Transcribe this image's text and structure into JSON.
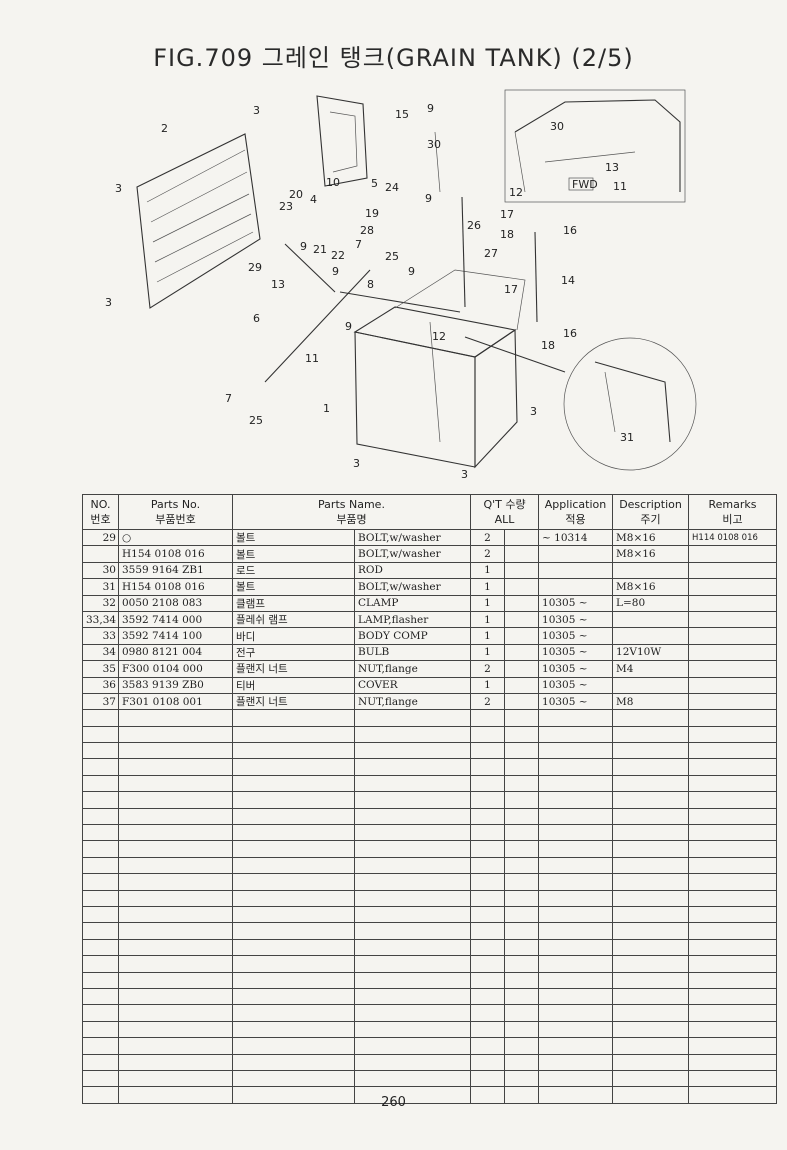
{
  "title": "FIG.709 그레인 탱크(GRAIN TANK) (2/5)",
  "callouts": [
    "1",
    "2",
    "3",
    "4",
    "5",
    "6",
    "7",
    "8",
    "9",
    "10",
    "11",
    "12",
    "13",
    "14",
    "15",
    "16",
    "17",
    "18",
    "19",
    "20",
    "21",
    "22",
    "23",
    "24",
    "25",
    "26",
    "27",
    "28",
    "29",
    "30",
    "31"
  ],
  "fwd_label": "FWD",
  "table": {
    "headers": {
      "no_en": "NO.",
      "no_ko": "번호",
      "parts_no_en": "Parts No.",
      "parts_no_ko": "부품번호",
      "parts_name_en": "Parts Name.",
      "parts_name_ko": "부품명",
      "qty_top": "Q'T 수량",
      "qty_bottom": "ALL",
      "application_en": "Application",
      "application_ko": "적용",
      "description_en": "Description",
      "description_ko": "주기",
      "remarks_en": "Remarks",
      "remarks_ko": "비고"
    },
    "rows": [
      {
        "no": "29",
        "part_no": "○",
        "name_ko": "볼트",
        "name_en": "BOLT,w/washer",
        "qty": "2",
        "app": "~ 10314",
        "desc": "M8×16",
        "remarks": "H114 0108 016"
      },
      {
        "no": "",
        "part_no": "H154 0108 016",
        "name_ko": "볼트",
        "name_en": "BOLT,w/washer",
        "qty": "2",
        "app": "",
        "desc": "M8×16",
        "remarks": ""
      },
      {
        "no": "30",
        "part_no": "3559 9164 ZB1",
        "name_ko": "로드",
        "name_en": "ROD",
        "qty": "1",
        "app": "",
        "desc": "",
        "remarks": ""
      },
      {
        "no": "31",
        "part_no": "H154 0108 016",
        "name_ko": "볼트",
        "name_en": "BOLT,w/washer",
        "qty": "1",
        "app": "",
        "desc": "M8×16",
        "remarks": ""
      },
      {
        "no": "32",
        "part_no": "0050 2108 083",
        "name_ko": "클램프",
        "name_en": "CLAMP",
        "qty": "1",
        "app": "10305 ~",
        "desc": "L=80",
        "remarks": ""
      },
      {
        "no": "33,34",
        "part_no": "3592 7414 000",
        "name_ko": "플레쉬 램프",
        "name_en": "LAMP,flasher",
        "qty": "1",
        "app": "10305 ~",
        "desc": "",
        "remarks": ""
      },
      {
        "no": "33",
        "part_no": "3592 7414 100",
        "name_ko": "바디",
        "name_en": "BODY COMP",
        "qty": "1",
        "app": "10305 ~",
        "desc": "",
        "remarks": ""
      },
      {
        "no": "34",
        "part_no": "0980 8121 004",
        "name_ko": "전구",
        "name_en": "BULB",
        "qty": "1",
        "app": "10305 ~",
        "desc": "12V10W",
        "remarks": ""
      },
      {
        "no": "35",
        "part_no": "F300 0104 000",
        "name_ko": "플랜지 너트",
        "name_en": "NUT,flange",
        "qty": "2",
        "app": "10305 ~",
        "desc": "M4",
        "remarks": ""
      },
      {
        "no": "36",
        "part_no": "3583 9139 ZB0",
        "name_ko": "티버",
        "name_en": "COVER",
        "qty": "1",
        "app": "10305 ~",
        "desc": "",
        "remarks": ""
      },
      {
        "no": "37",
        "part_no": "F301 0108 001",
        "name_ko": "플랜지 너트",
        "name_en": "NUT,flange",
        "qty": "2",
        "app": "10305 ~",
        "desc": "M8",
        "remarks": ""
      }
    ]
  },
  "page_number": "260"
}
